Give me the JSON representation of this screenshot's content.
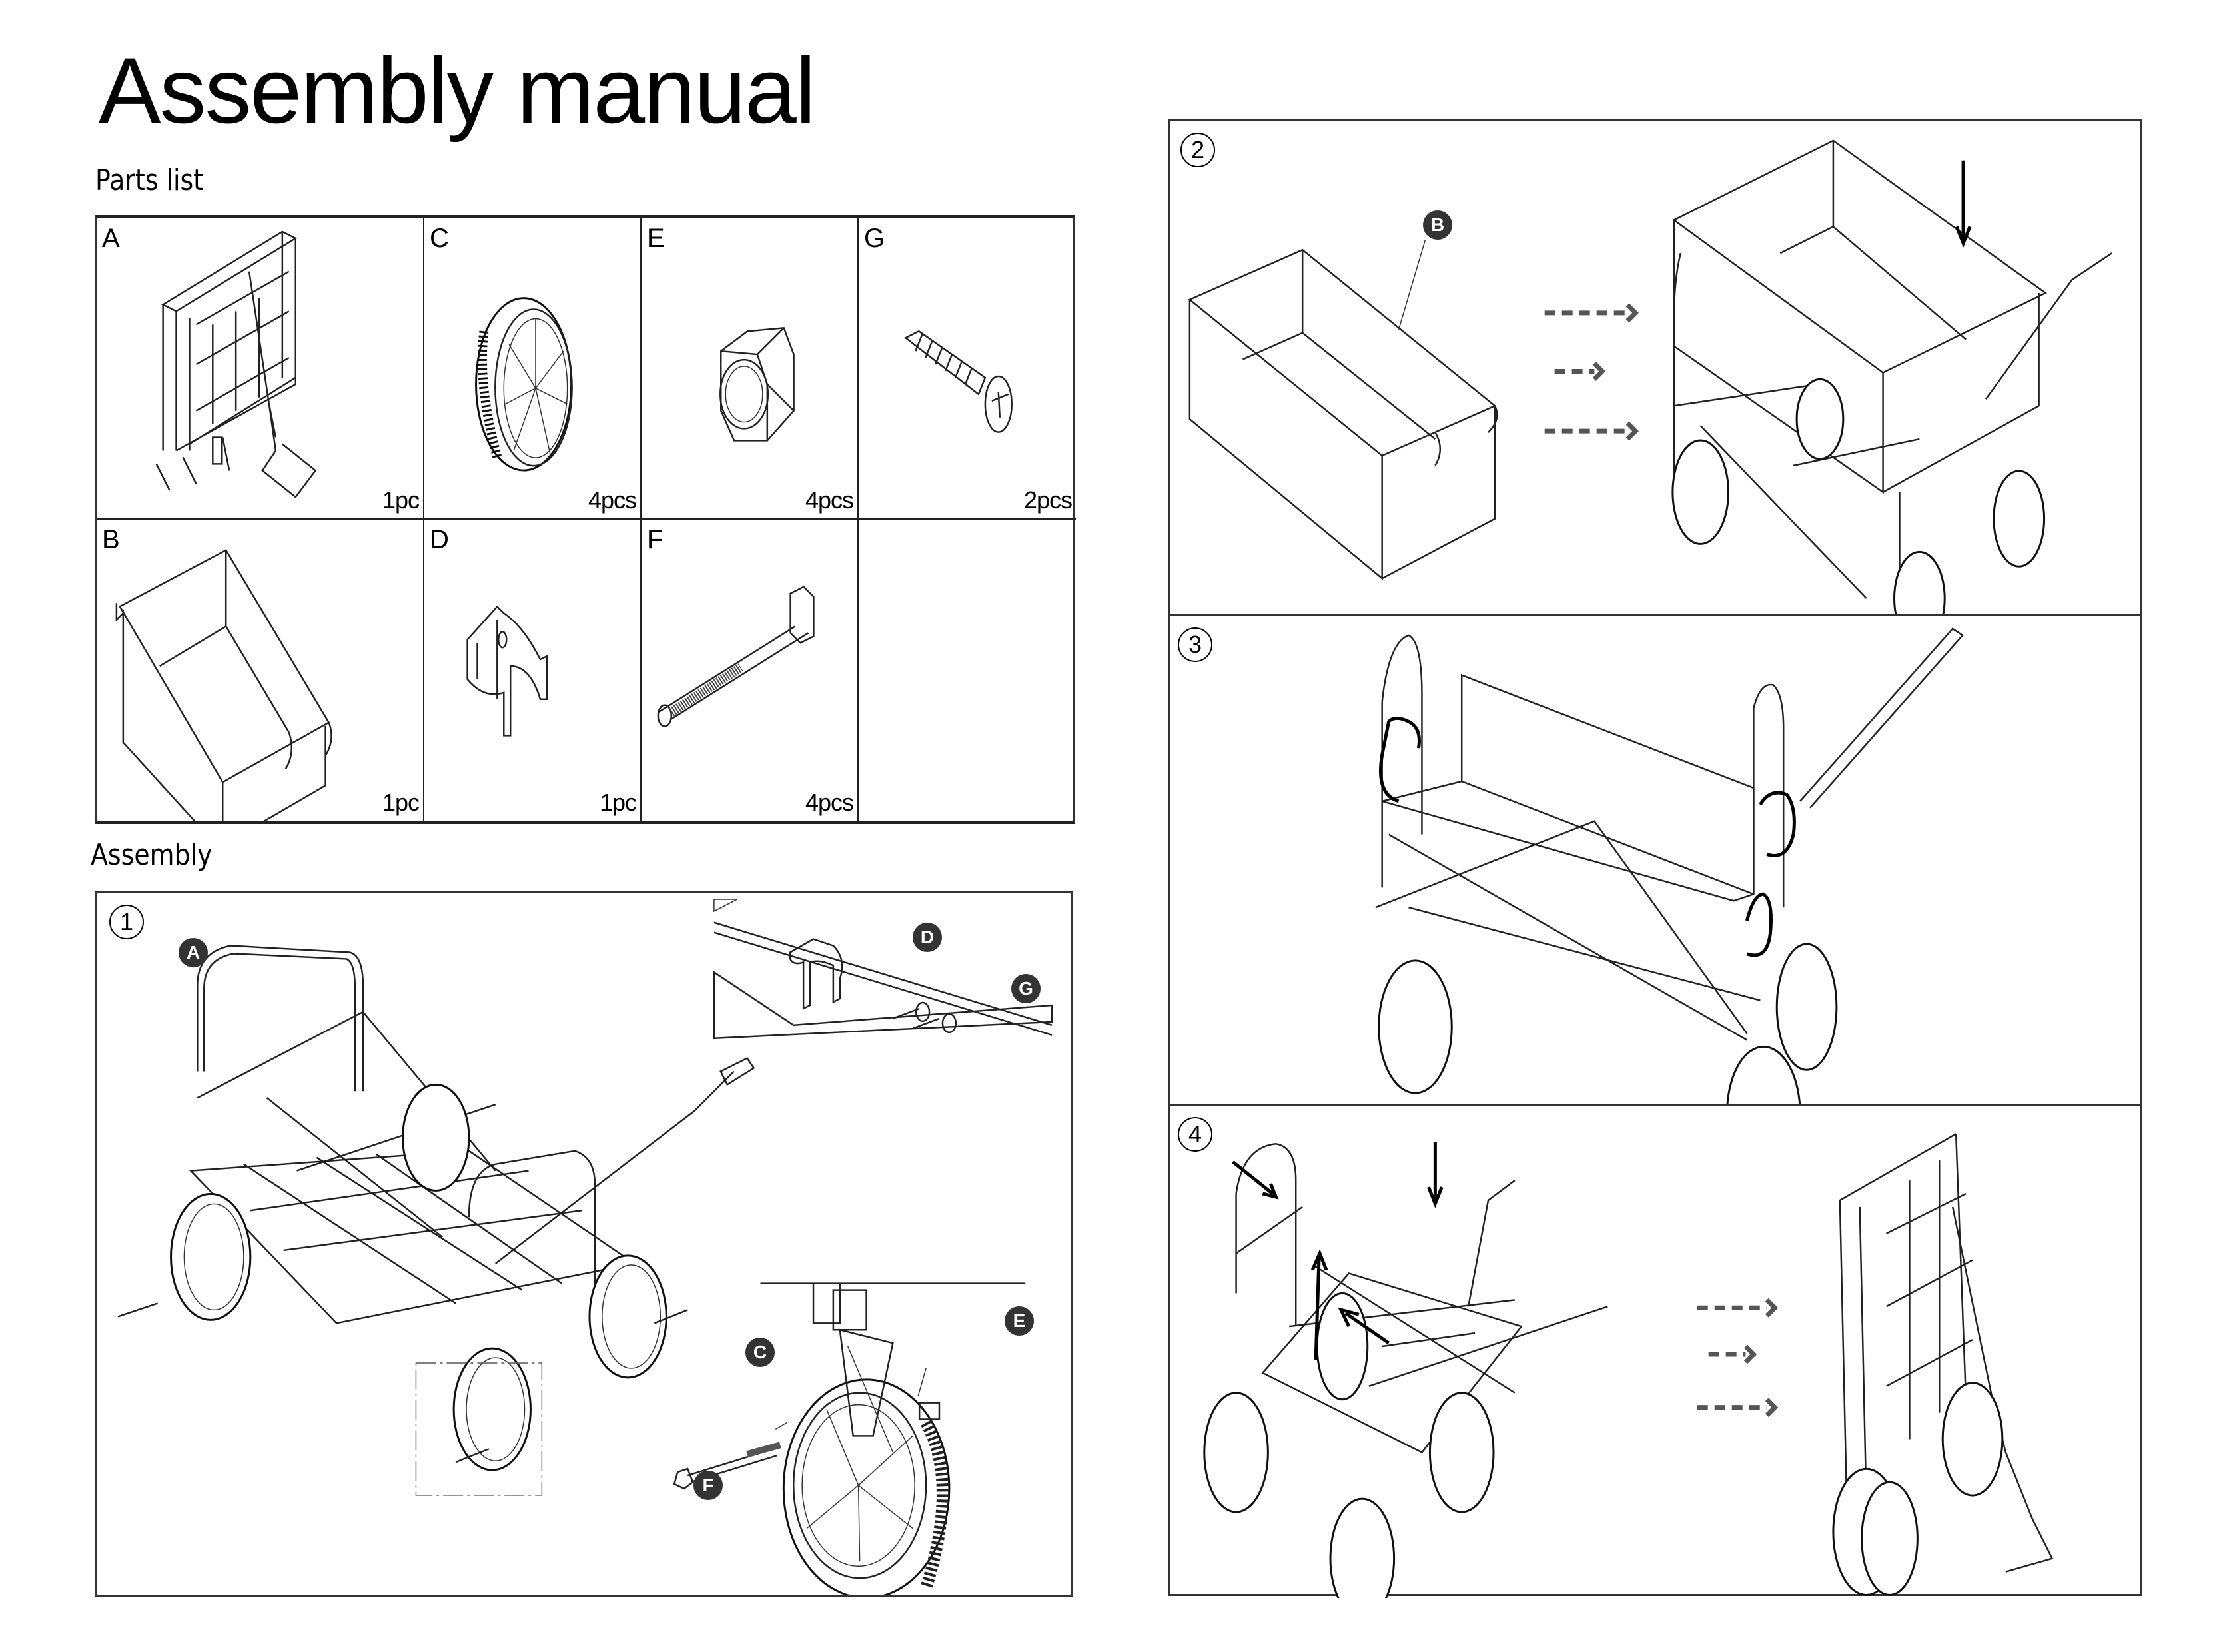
{
  "title": "Assembly manual",
  "parts_list": {
    "heading": "Parts list",
    "parts": [
      {
        "letter": "A",
        "qty": "1pc",
        "icon": "folded-wagon-frame"
      },
      {
        "letter": "C",
        "qty": "4pcs",
        "icon": "wheel"
      },
      {
        "letter": "E",
        "qty": "4pcs",
        "icon": "hex-nut"
      },
      {
        "letter": "G",
        "qty": "2pcs",
        "icon": "screw"
      },
      {
        "letter": "B",
        "qty": "1pc",
        "icon": "fabric-basket"
      },
      {
        "letter": "D",
        "qty": "1pc",
        "icon": "clip-bracket"
      },
      {
        "letter": "F",
        "qty": "4pcs",
        "icon": "bolt"
      },
      {
        "letter": "",
        "qty": "",
        "icon": ""
      }
    ]
  },
  "assembly": {
    "heading": "Assembly",
    "steps": [
      {
        "number": "1",
        "callouts": [
          "A",
          "D",
          "G",
          "C",
          "E",
          "F"
        ]
      },
      {
        "number": "2",
        "callouts": [
          "B"
        ]
      },
      {
        "number": "3",
        "callouts": []
      },
      {
        "number": "4",
        "callouts": []
      }
    ]
  },
  "colors": {
    "callout_bg": "#333333",
    "arrow_dash": "#555555",
    "line": "#222222"
  }
}
